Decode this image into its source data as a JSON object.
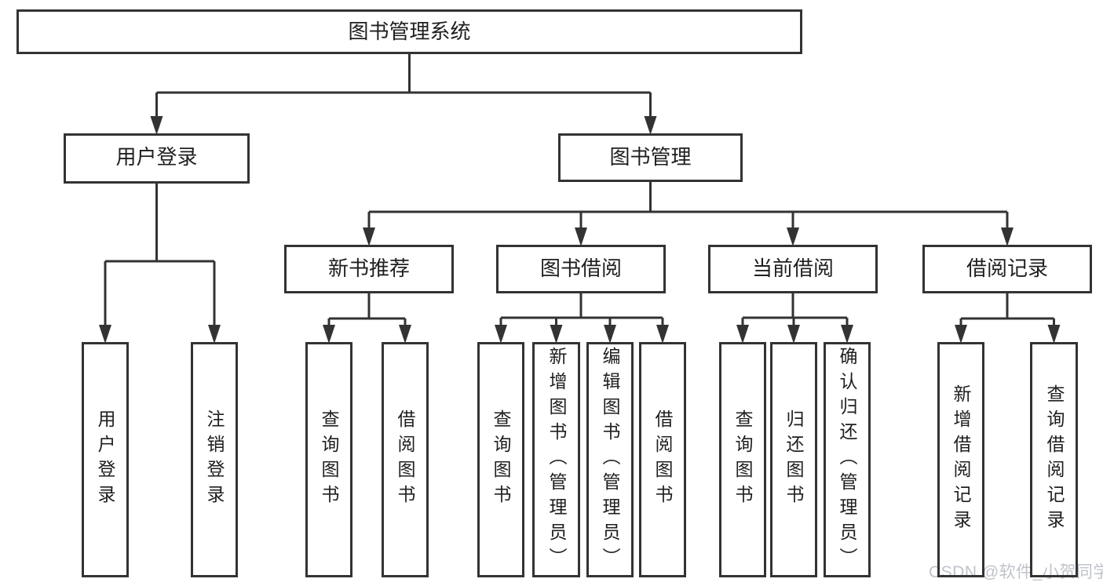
{
  "diagram_type": "hierarchy-tree",
  "tree": {
    "label": "图书管理系统",
    "children": [
      {
        "label": "用户登录",
        "children": [
          {
            "label": "用户登录"
          },
          {
            "label": "注销登录"
          }
        ]
      },
      {
        "label": "图书管理",
        "children": [
          {
            "label": "新书推荐",
            "children": [
              {
                "label": "查询图书"
              },
              {
                "label": "借阅图书"
              }
            ]
          },
          {
            "label": "图书借阅",
            "children": [
              {
                "label": "查询图书"
              },
              {
                "label": "新增图书（管理员）"
              },
              {
                "label": "编辑图书（管理员）"
              },
              {
                "label": "借阅图书"
              }
            ]
          },
          {
            "label": "当前借阅",
            "children": [
              {
                "label": "查询图书"
              },
              {
                "label": "归还图书"
              },
              {
                "label": "确认归还（管理员）"
              }
            ]
          },
          {
            "label": "借阅记录",
            "children": [
              {
                "label": "新增借阅记录"
              },
              {
                "label": "查询借阅记录"
              }
            ]
          }
        ]
      }
    ]
  },
  "watermark": "CSDN @软件_小贺同学",
  "colors": {
    "line": "#333333",
    "text": "#1f1f1f",
    "background": "#ffffff",
    "watermark": "#bfc3ca"
  }
}
